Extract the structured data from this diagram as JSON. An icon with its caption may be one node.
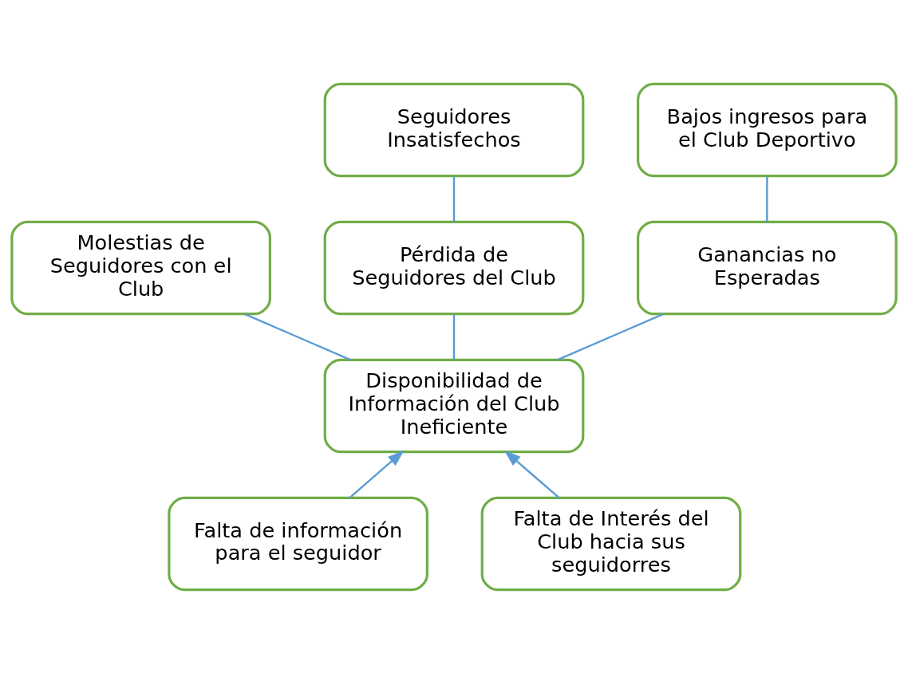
{
  "diagram": {
    "nodes": [
      {
        "text": [
          "Seguidores Insatisfechos"
        ]
      },
      {
        "text": [
          "Bajos ingresos para el Club Deportivo"
        ]
      },
      {
        "text": [
          "Molestias de Seguidores con el Club"
        ]
      },
      {
        "text": [
          "Pérdida de Seguidores del Club"
        ]
      },
      {
        "text": [
          "Ganancias no Esperadas"
        ]
      },
      {
        "text": [
          "Disponibilidad de Información del Club Ineficiente"
        ]
      },
      {
        "text": [
          "Falta de información para el seguidor"
        ]
      },
      {
        "text": [
          "Falta de Interés del Club hacia sus seguidorres"
        ]
      }
    ],
    "edges": [
      {
        "from": 3,
        "to": 0,
        "arrow": "none"
      },
      {
        "from": 4,
        "to": 1,
        "arrow": "none"
      },
      {
        "from": 5,
        "to": 3,
        "arrow": "none"
      },
      {
        "from": 5,
        "to": 2,
        "arrow": "none"
      },
      {
        "from": 5,
        "to": 4,
        "arrow": "none"
      },
      {
        "from": 6,
        "to": 5,
        "arrow": "to"
      },
      {
        "from": 7,
        "to": 5,
        "arrow": "to"
      }
    ]
  }
}
